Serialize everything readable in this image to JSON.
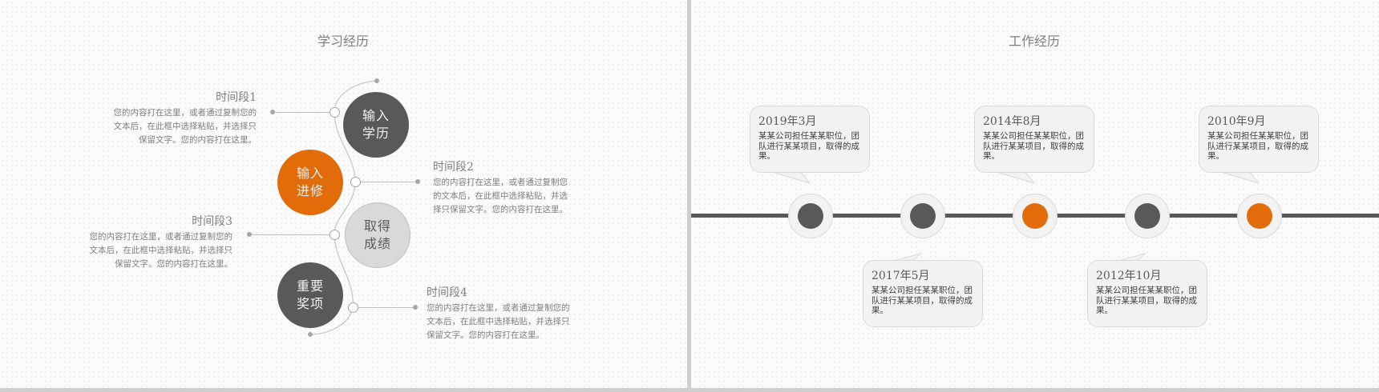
{
  "left_slide": {
    "title": "学习经历",
    "circles": [
      {
        "label_line1": "输入",
        "label_line2": "学历",
        "style": "dark"
      },
      {
        "label_line1": "输入",
        "label_line2": "进修",
        "style": "orange"
      },
      {
        "label_line1": "取得",
        "label_line2": "成绩",
        "style": "light"
      },
      {
        "label_line1": "重要",
        "label_line2": "奖项",
        "style": "dark"
      }
    ],
    "periods": [
      {
        "title": "时间段1",
        "desc": "您的内容打在这里，或者通过复制您的文本后，在此框中选择粘贴，并选择只保留文字。您的内容打在这里。"
      },
      {
        "title": "时间段2",
        "desc": "您的内容打在这里，或者通过复制您的文本后，在此框中选择粘贴，并选择只保留文字。您的内容打在这里。"
      },
      {
        "title": "时间段3",
        "desc": "您的内容打在这里，或者通过复制您的文本后，在此框中选择粘贴，并选择只保留文字。您的内容打在这里。"
      },
      {
        "title": "时间段4",
        "desc": "您的内容打在这里，或者通过复制您的文本后，在此框中选择粘贴，并选择只保留文字。您的内容打在这里。"
      }
    ]
  },
  "right_slide": {
    "title": "工作经历",
    "events": [
      {
        "date": "2019年3月",
        "desc": "某某公司担任某某职位，团队进行某某项目，取得的成果。",
        "position": "above",
        "dot_color": "#595959"
      },
      {
        "date": "2017年5月",
        "desc": "某某公司担任某某职位，团队进行某某项目，取得的成果。",
        "position": "below",
        "dot_color": "#595959"
      },
      {
        "date": "2014年8月",
        "desc": "某某公司担任某某职位，团队进行某某项目，取得的成果。",
        "position": "above",
        "dot_color": "#e26b0a"
      },
      {
        "date": "2012年10月",
        "desc": "某某公司担任某某职位，团队进行某某项目，取得的成果。",
        "position": "below",
        "dot_color": "#595959"
      },
      {
        "date": "2010年9月",
        "desc": "某某公司担任某某职位，团队进行某某项目，取得的成果。",
        "position": "above",
        "dot_color": "#e26b0a"
      }
    ]
  },
  "colors": {
    "accent_orange": "#e26b0a",
    "dark_gray": "#595959",
    "light_gray": "#d9d9d9",
    "text_gray": "#7f7f7f"
  }
}
